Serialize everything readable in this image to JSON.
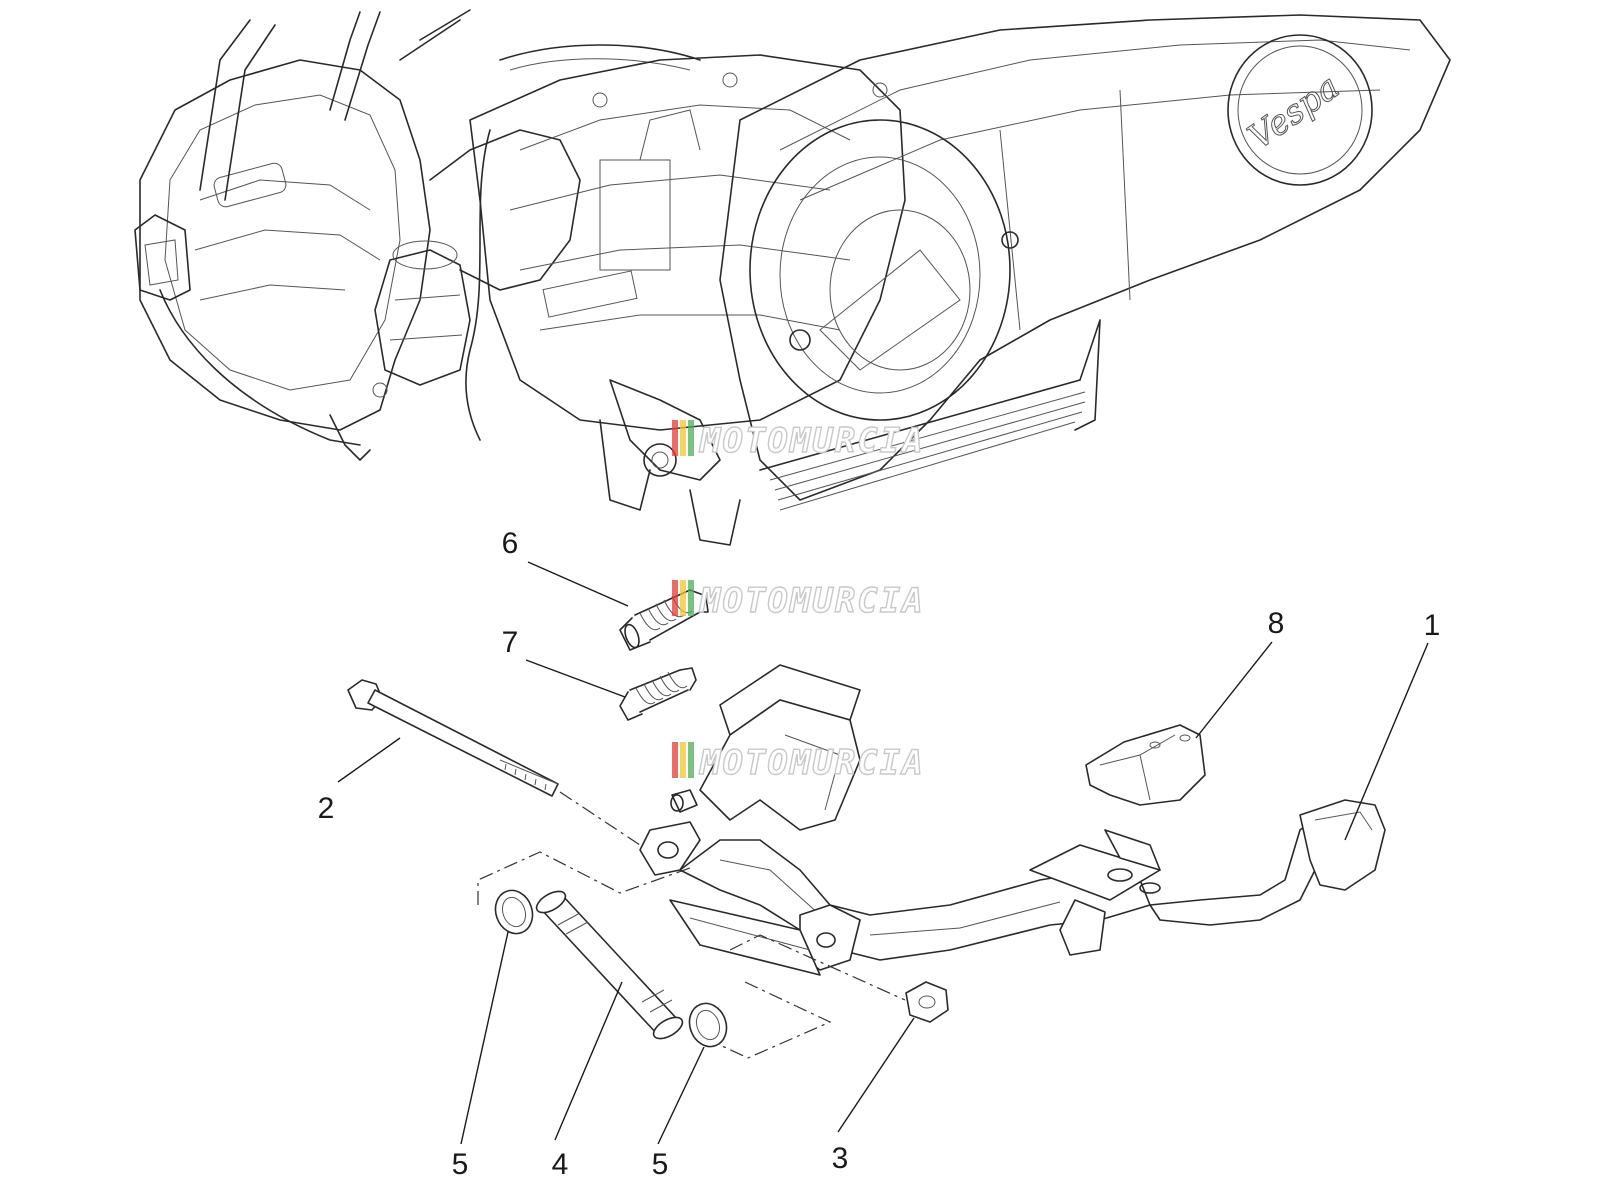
{
  "watermark": {
    "text": "MOTOMURCIA",
    "stripe_colors": [
      "#e53935",
      "#f2c531",
      "#4caf50"
    ]
  },
  "engine_logo": "Vespa",
  "callouts": [
    {
      "id": "1",
      "label": "1"
    },
    {
      "id": "2",
      "label": "2"
    },
    {
      "id": "3",
      "label": "3"
    },
    {
      "id": "4",
      "label": "4"
    },
    {
      "id": "5a",
      "label": "5"
    },
    {
      "id": "5b",
      "label": "5"
    },
    {
      "id": "6",
      "label": "6"
    },
    {
      "id": "7",
      "label": "7"
    },
    {
      "id": "8",
      "label": "8"
    }
  ]
}
